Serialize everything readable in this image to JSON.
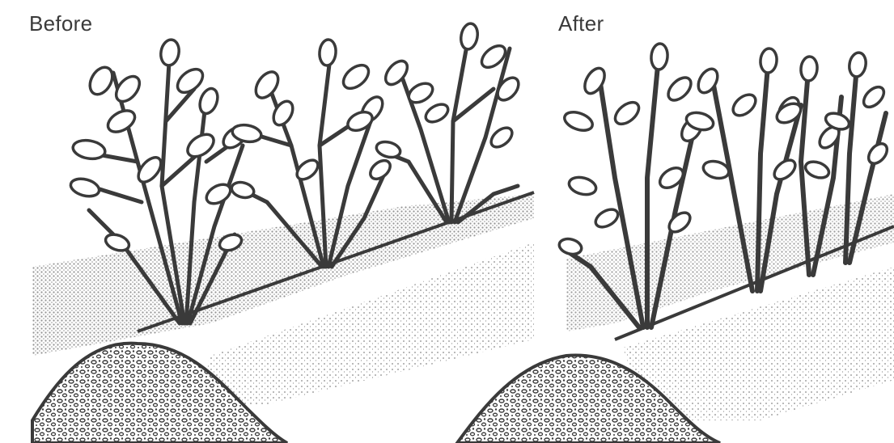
{
  "panels": {
    "before": {
      "label": "Before",
      "plants": 3
    },
    "after": {
      "label": "After",
      "plants": 4
    }
  },
  "colors": {
    "ink": "#3a3a3a",
    "paper": "#ffffff",
    "soil_shade": "#bdbdbd"
  }
}
